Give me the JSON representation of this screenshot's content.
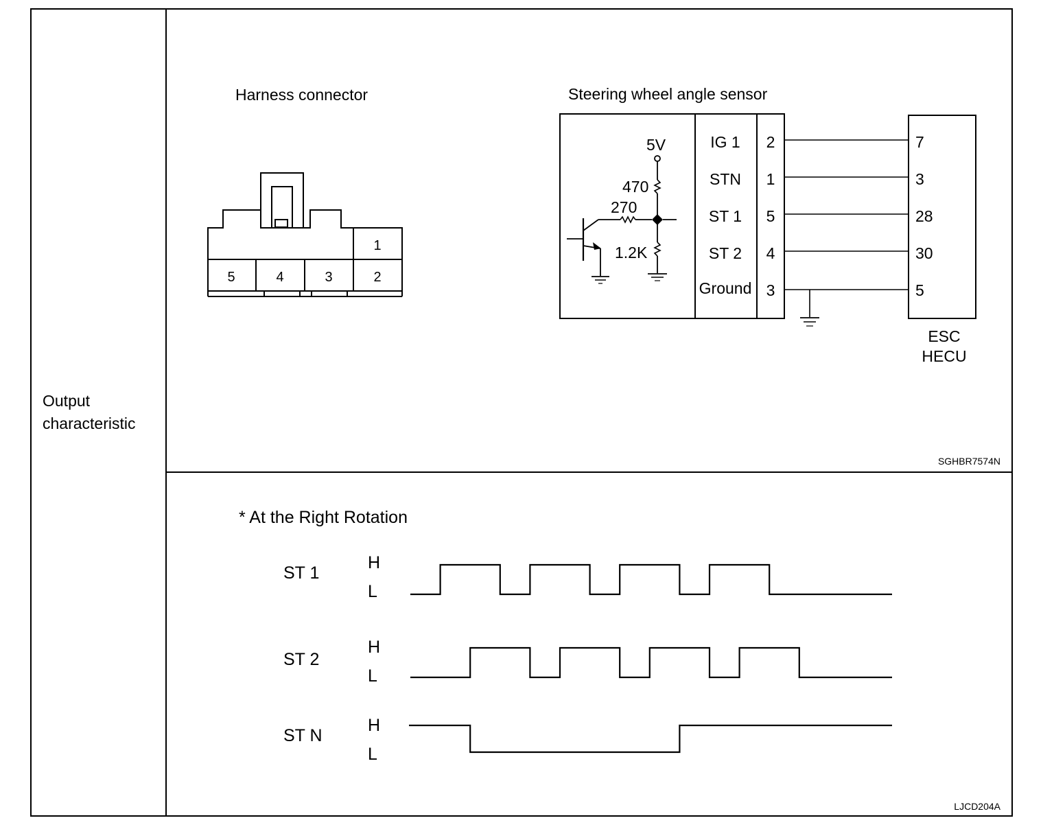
{
  "row_label_line1": "Output",
  "row_label_line2": "characteristic",
  "harness": {
    "title": "Harness connector",
    "pins_top": [
      "1"
    ],
    "pins_bottom": [
      "5",
      "4",
      "3",
      "2"
    ]
  },
  "sensor": {
    "title": "Steering wheel angle sensor",
    "supply": "5V",
    "r1": "470",
    "r2": "270",
    "r3": "1.2K",
    "signals": [
      {
        "name": "IG 1",
        "pin": "2",
        "ecu_pin": "7"
      },
      {
        "name": "STN",
        "pin": "1",
        "ecu_pin": "3"
      },
      {
        "name": "ST 1",
        "pin": "5",
        "ecu_pin": "28"
      },
      {
        "name": "ST 2",
        "pin": "4",
        "ecu_pin": "30"
      },
      {
        "name": "Ground",
        "pin": "3",
        "ecu_pin": "5"
      }
    ],
    "ecu_line1": "ESC",
    "ecu_line2": "HECU"
  },
  "code_top": "SGHBR7574N",
  "waveform": {
    "title": "* At the Right Rotation",
    "high": "H",
    "low": "L",
    "signals": [
      {
        "name": "ST 1",
        "transitions": [
          0,
          1,
          3,
          4,
          6,
          7,
          9,
          10,
          12,
          13
        ],
        "initial": "L"
      },
      {
        "name": "ST 2",
        "transitions": [
          0,
          2,
          4,
          5,
          7,
          8,
          10,
          11,
          13,
          14
        ],
        "initial": "L"
      },
      {
        "name": "ST N",
        "transitions": [
          0,
          2,
          9,
          16
        ],
        "initial": "H"
      }
    ]
  },
  "code_bottom": "LJCD204A"
}
